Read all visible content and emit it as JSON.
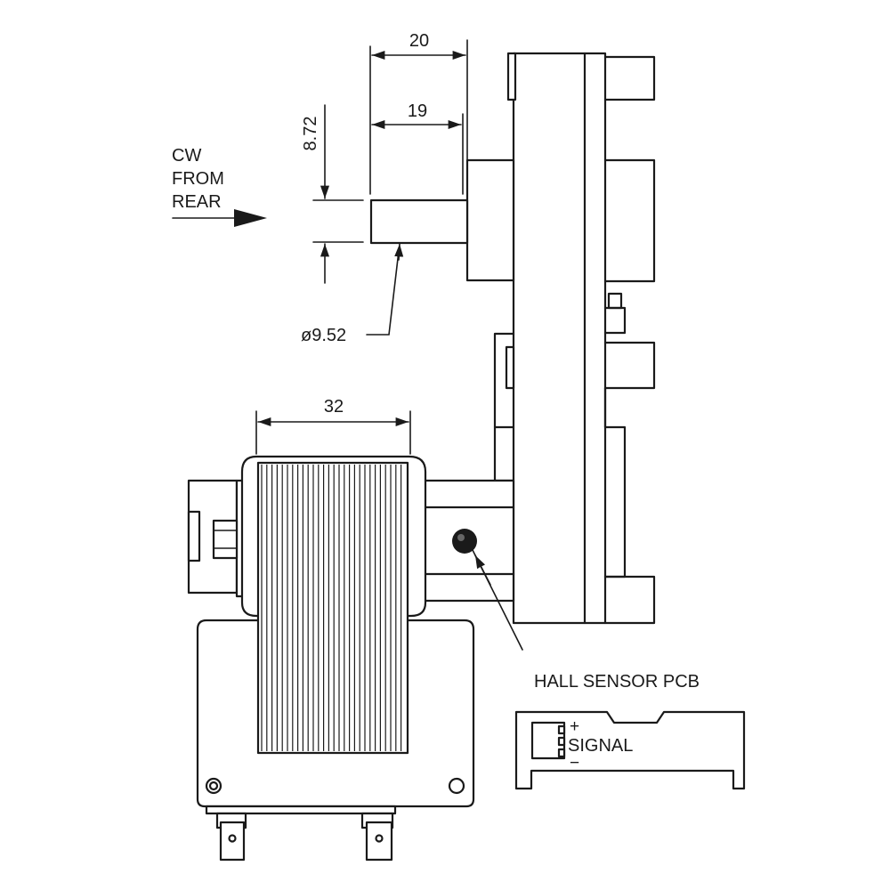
{
  "dimensions": {
    "shaft_length_overall": "20",
    "shaft_length_flat": "19",
    "flat_height": "8.72",
    "shaft_diameter": "ø9.52",
    "coil_width": "32"
  },
  "rotation": {
    "line1": "CW",
    "line2": "FROM",
    "line3": "REAR"
  },
  "hall_sensor": {
    "title": "HALL SENSOR PCB",
    "pin_plus": "+",
    "pin_signal": "SIGNAL",
    "pin_minus": "−"
  }
}
